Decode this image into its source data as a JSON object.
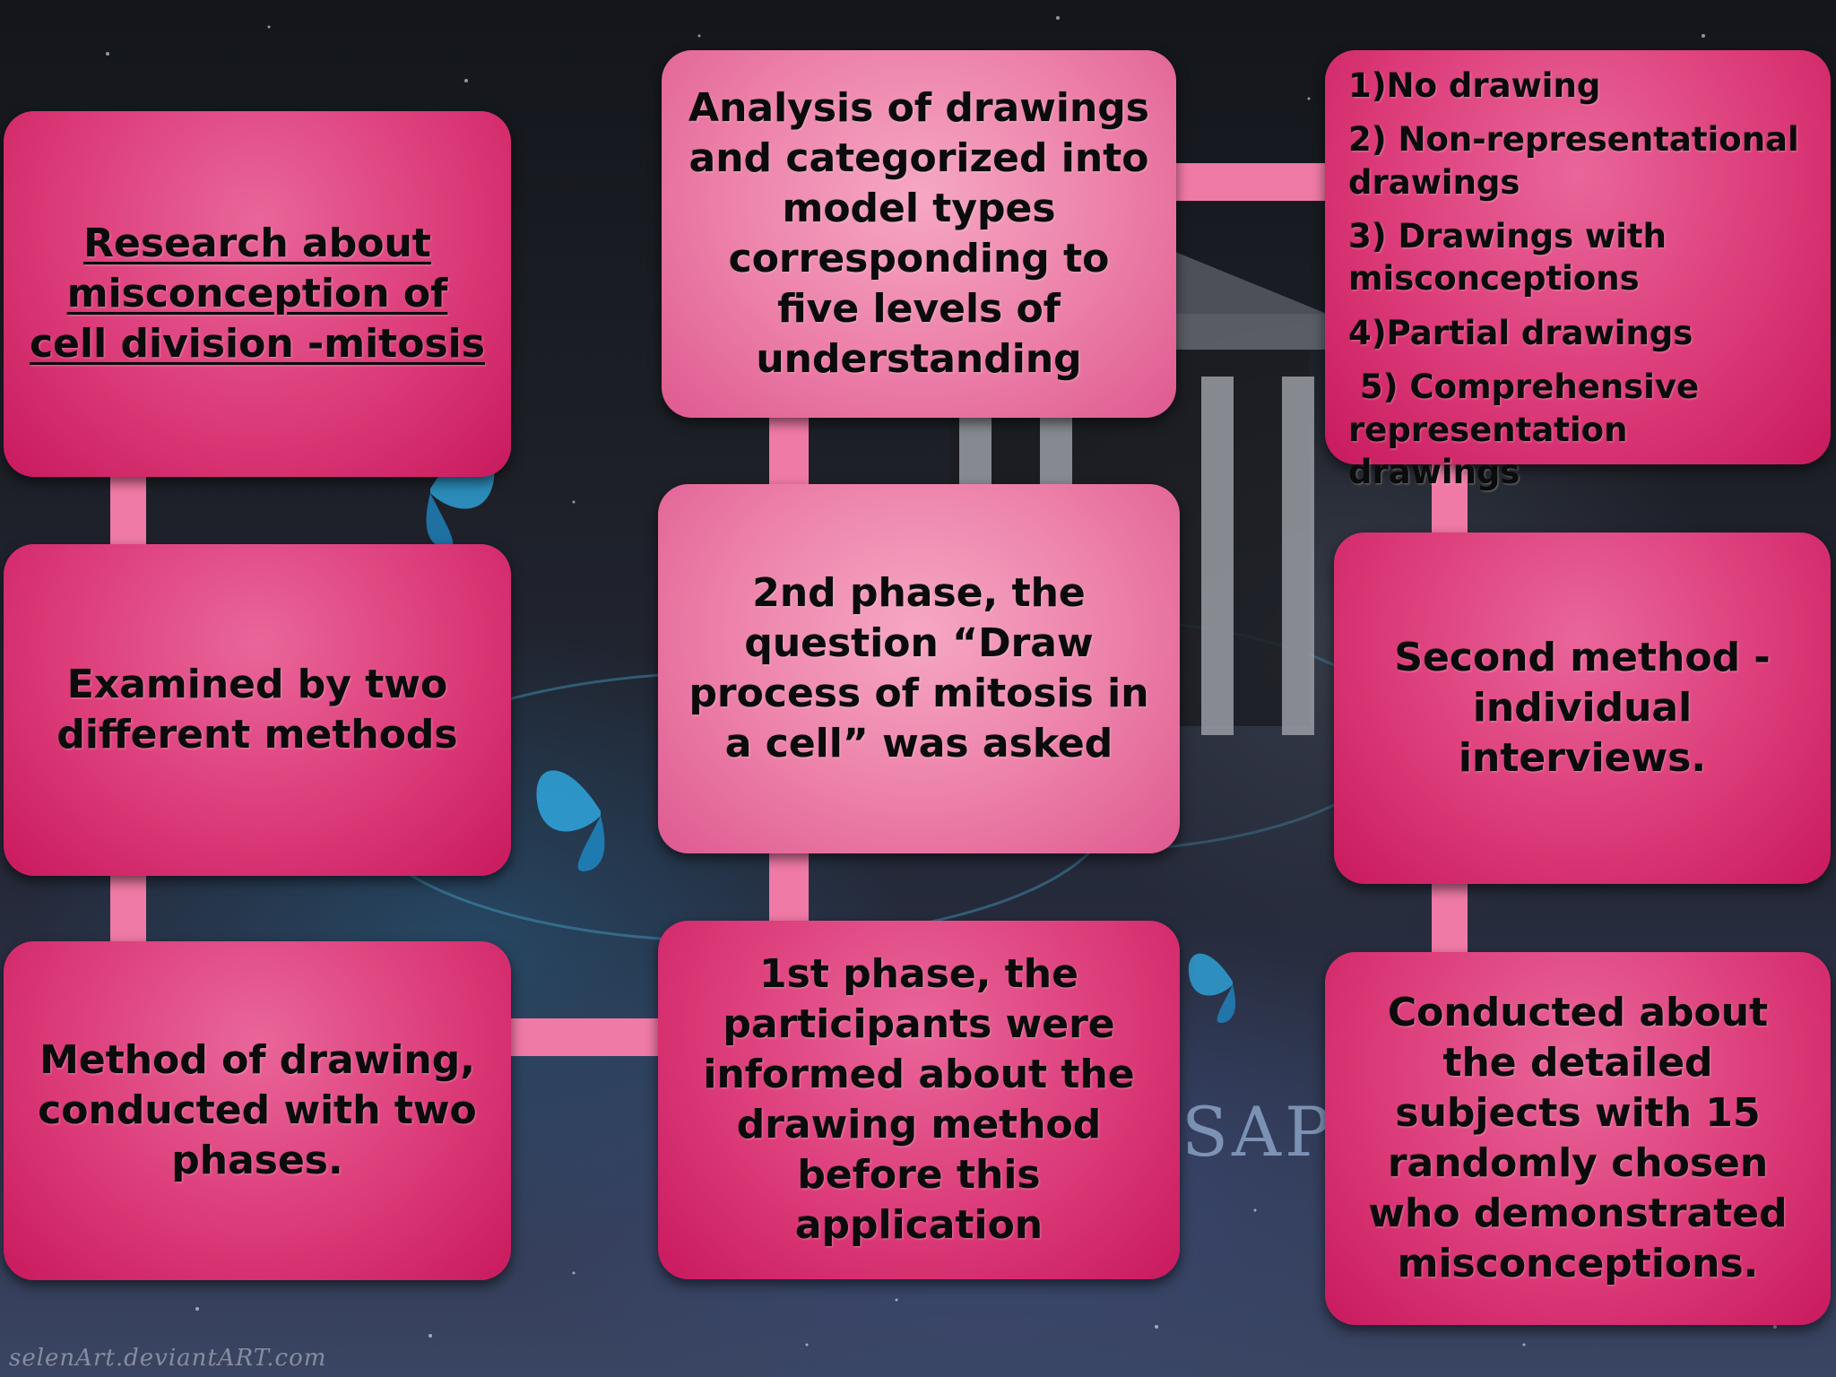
{
  "boxes": {
    "research": "Research about misconception of cell division -mitosis",
    "examined": "Examined by two different methods",
    "method_drawing": "Method of drawing, conducted with two phases.",
    "analysis": "Analysis of drawings and categorized into model types corresponding to five levels of understanding",
    "phase2": "2nd phase, the question “Draw process of mitosis in a cell” was asked",
    "phase1": "1st phase, the participants were informed about the drawing method before this application",
    "levels": [
      "1)No drawing",
      "2) Non-representational drawings",
      "3) Drawings with misconceptions",
      "4)Partial drawings",
      " 5) Comprehensive representation drawings"
    ],
    "second_method": "Second method - individual interviews.",
    "conducted": "Conducted about the detailed subjects with 15 randomly chosen who demonstrated misconceptions."
  },
  "background": {
    "watermark": "selenArt.deviantART.com",
    "sign_text": "SAP"
  },
  "colors": {
    "box_dark": "#dc3b79",
    "box_light": "#ec7fa8",
    "connector": "#f07aa6"
  }
}
